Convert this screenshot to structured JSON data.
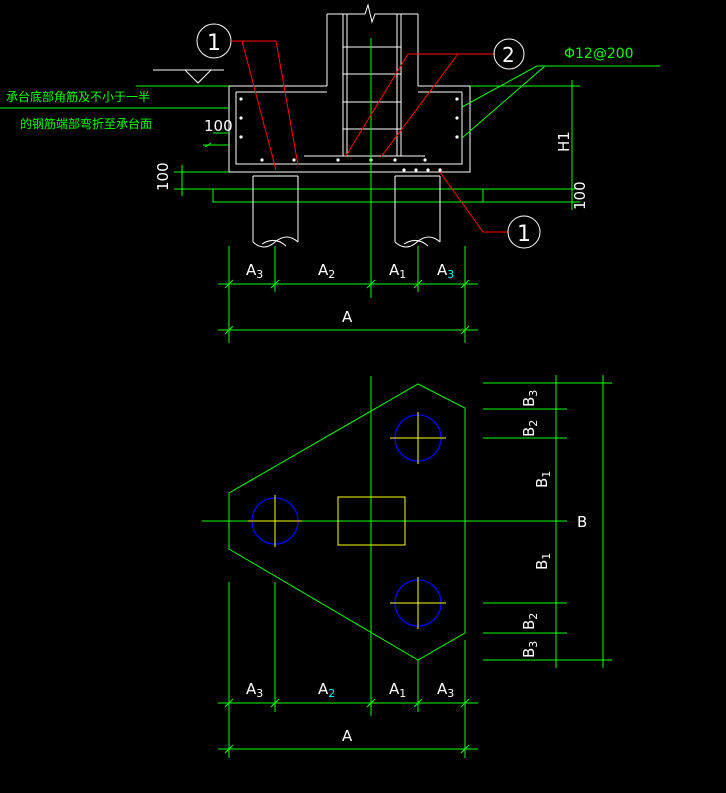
{
  "notes": {
    "line1": "承台底部角筋及不小于一半",
    "line2": "的钢筋端部弯折至承台面"
  },
  "rebar": {
    "spec": "Φ12@200"
  },
  "tags": {
    "one": "1",
    "two": "2"
  },
  "dims": {
    "d100": "100",
    "h1": "H1",
    "A": "A",
    "A1": "A",
    "A2": "A",
    "A3": "A",
    "B": "B",
    "B1": "B",
    "B2": "B",
    "B3": "B",
    "s1": "1",
    "s2": "2",
    "s3": "3"
  },
  "colors": {
    "line": "#00ff00",
    "rebar": "#ffffff",
    "leader": "#ff0000",
    "pile": "#0000ff",
    "column": "#ffff00",
    "subscript_cyan": "#00ffff"
  }
}
